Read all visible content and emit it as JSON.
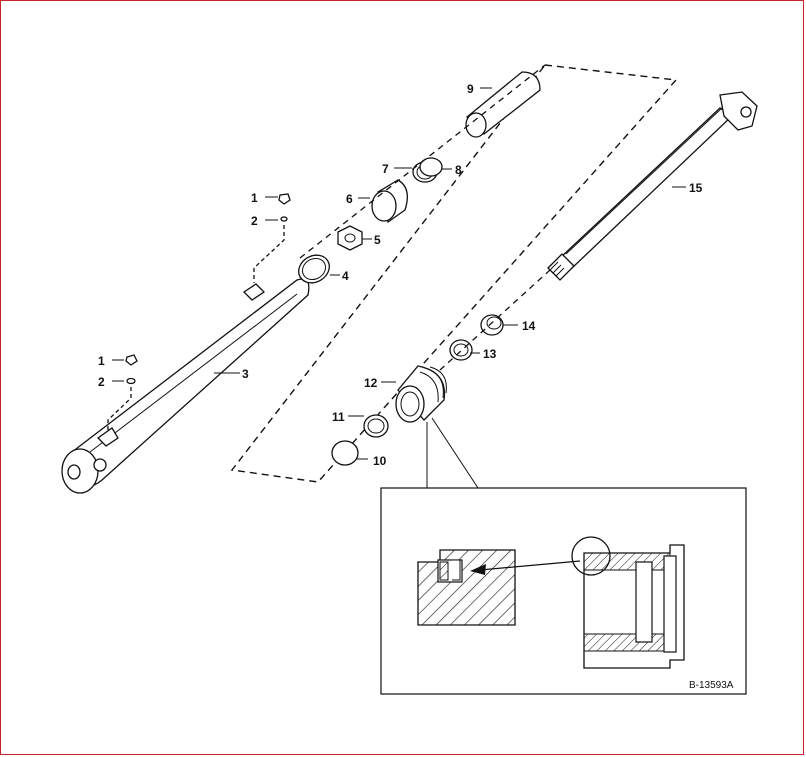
{
  "diagram": {
    "reference_code": "B-13593A",
    "callouts": [
      {
        "id": "c1a",
        "text": "1"
      },
      {
        "id": "c2a",
        "text": "2"
      },
      {
        "id": "c1b",
        "text": "1"
      },
      {
        "id": "c2b",
        "text": "2"
      },
      {
        "id": "c3",
        "text": "3"
      },
      {
        "id": "c4",
        "text": "4"
      },
      {
        "id": "c5",
        "text": "5"
      },
      {
        "id": "c6",
        "text": "6"
      },
      {
        "id": "c7",
        "text": "7"
      },
      {
        "id": "c8",
        "text": "8"
      },
      {
        "id": "c9",
        "text": "9"
      },
      {
        "id": "c10",
        "text": "10"
      },
      {
        "id": "c11",
        "text": "11"
      },
      {
        "id": "c12",
        "text": "12"
      },
      {
        "id": "c13",
        "text": "13"
      },
      {
        "id": "c14",
        "text": "14"
      },
      {
        "id": "c15",
        "text": "15"
      }
    ]
  }
}
